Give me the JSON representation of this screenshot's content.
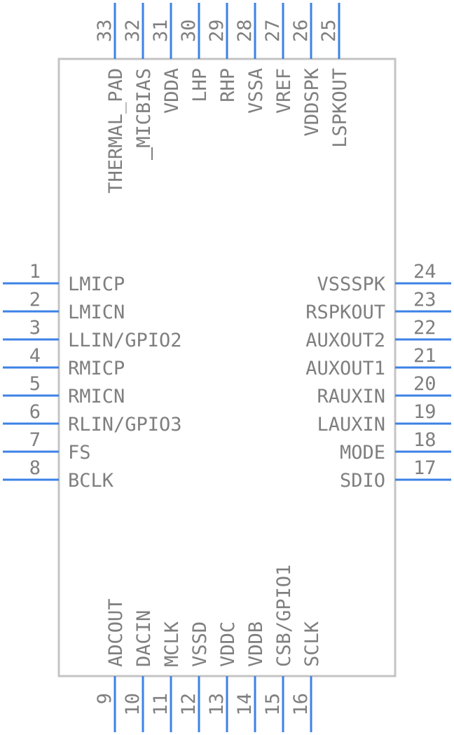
{
  "chip": {
    "pins": [
      {
        "number": "1",
        "name": "LMICP"
      },
      {
        "number": "2",
        "name": "LMICN"
      },
      {
        "number": "3",
        "name": "LLIN/GPIO2"
      },
      {
        "number": "4",
        "name": "RMICP"
      },
      {
        "number": "5",
        "name": "RMICN"
      },
      {
        "number": "6",
        "name": "RLIN/GPIO3"
      },
      {
        "number": "7",
        "name": "FS"
      },
      {
        "number": "8",
        "name": "BCLK"
      },
      {
        "number": "9",
        "name": "ADCOUT"
      },
      {
        "number": "10",
        "name": "DACIN"
      },
      {
        "number": "11",
        "name": "MCLK"
      },
      {
        "number": "12",
        "name": "VSSD"
      },
      {
        "number": "13",
        "name": "VDDC"
      },
      {
        "number": "14",
        "name": "VDDB"
      },
      {
        "number": "15",
        "name": "CSB/GPIO1"
      },
      {
        "number": "16",
        "name": "SCLK"
      },
      {
        "number": "17",
        "name": "SDIO"
      },
      {
        "number": "18",
        "name": "MODE"
      },
      {
        "number": "19",
        "name": "LAUXIN"
      },
      {
        "number": "20",
        "name": "RAUXIN"
      },
      {
        "number": "21",
        "name": "AUXOUT1"
      },
      {
        "number": "22",
        "name": "AUXOUT2"
      },
      {
        "number": "23",
        "name": "RSPKOUT"
      },
      {
        "number": "24",
        "name": "VSSSPK"
      },
      {
        "number": "25",
        "name": "LSPKOUT"
      },
      {
        "number": "26",
        "name": "VDDSPK"
      },
      {
        "number": "27",
        "name": "VREF"
      },
      {
        "number": "28",
        "name": "VSSA"
      },
      {
        "number": "29",
        "name": "RHP"
      },
      {
        "number": "30",
        "name": "LHP"
      },
      {
        "number": "31",
        "name": "VDDA"
      },
      {
        "number": "32",
        "name": "MICBIAS"
      },
      {
        "number": "33",
        "name": "THERMAL_PAD"
      }
    ]
  }
}
